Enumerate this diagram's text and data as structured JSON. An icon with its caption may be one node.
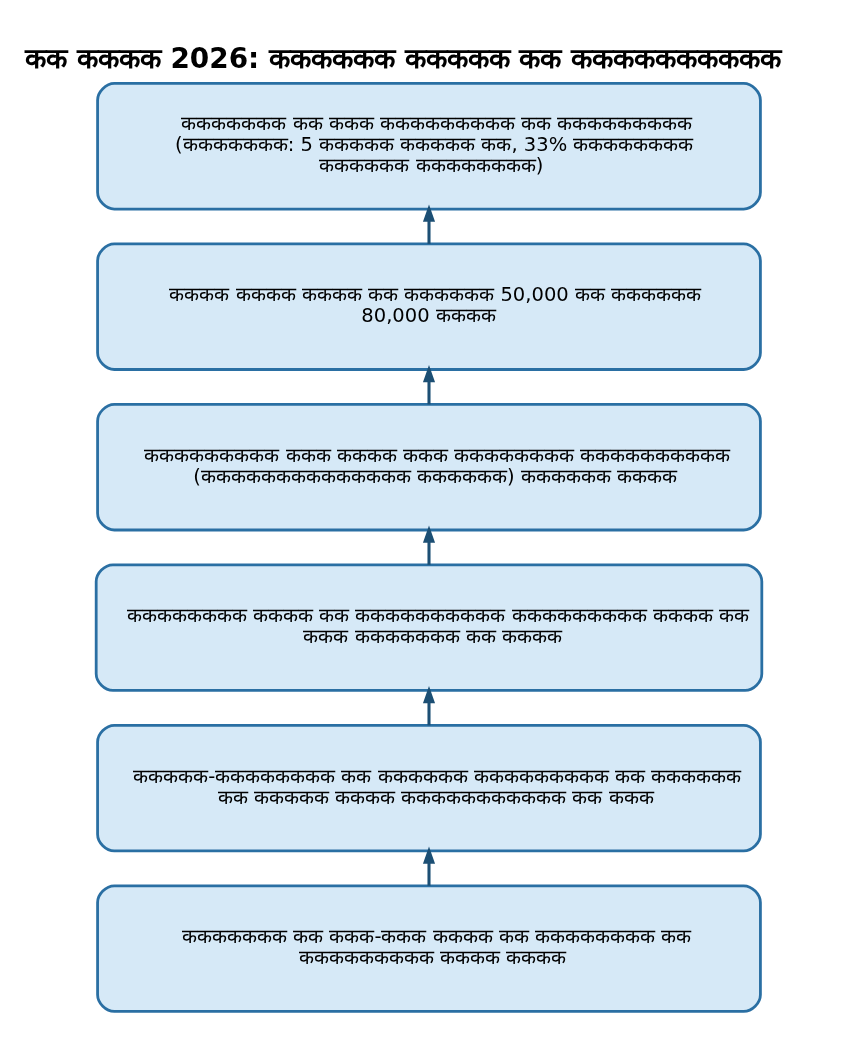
{
  "diagram": {
    "title": "कक कककक 2026: कककककक ककककक कक कककककककककक",
    "nodes": [
      {
        "text": [
          "ककककककक कक ककक ककककककककक कक ककककककककक (ककककककक: 5 ककककक ककककक कक, 33% कककककककक कककककक कककककककक)"
        ]
      },
      {
        "text": [
          "कककक कककक कककक कक कककककक 50,000 कक कककककक 80,000 कककक"
        ]
      },
      {
        "text": [
          "ककककककककक ककक कककक ककक कककककककक कककककककककक (कककककककककककककक कककककक) कककककक कककक"
        ]
      },
      {
        "text": [
          "कककककककक कककक कक कककककककककक ककककककककक कककक कक ककक ककककककक कक कककक"
        ]
      },
      {
        "text": [
          "ककककक-कककककककक कक कककककक ककककककककक कक कककककक कक ककककक कककक ककककककककककक कक ककक"
        ]
      },
      {
        "text": [
          "ककककककक कक ककक-ककक कककक कक कककककककक कक ककककककककक कककक कककक"
        ]
      }
    ],
    "edges": [
      {
        "from": 1,
        "to": 0,
        "arrow": "to"
      },
      {
        "from": 2,
        "to": 1,
        "arrow": "to"
      },
      {
        "from": 3,
        "to": 2,
        "arrow": "to"
      },
      {
        "from": 4,
        "to": 3,
        "arrow": "to"
      },
      {
        "from": 5,
        "to": 4,
        "arrow": "to"
      }
    ]
  }
}
